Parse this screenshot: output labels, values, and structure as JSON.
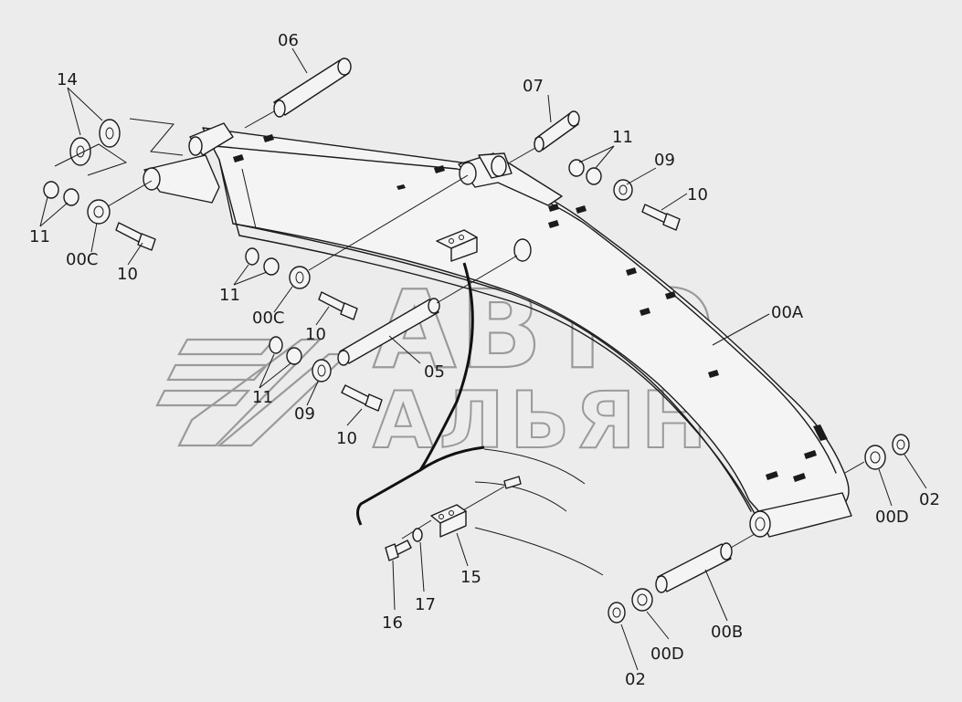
{
  "watermark": {
    "line1": "АВТО",
    "line2": "АЛЬЯНС",
    "logo": "avtoalyans-logo"
  },
  "labels": {
    "l06": "06",
    "l14": "14",
    "l07": "07",
    "l11a": "11",
    "l09a": "09",
    "l10a": "10",
    "l11b": "11",
    "l00c_a": "00C",
    "l10b": "10",
    "l11c": "11",
    "l00c_b": "00C",
    "l10c": "10",
    "l00a": "00A",
    "l05": "05",
    "l11d": "11",
    "l09b": "09",
    "l10d": "10",
    "l02a": "02",
    "l00d_a": "00D",
    "l15": "15",
    "l16": "16",
    "l17": "17",
    "l00b": "00B",
    "l00d_b": "00D",
    "l02b": "02"
  }
}
